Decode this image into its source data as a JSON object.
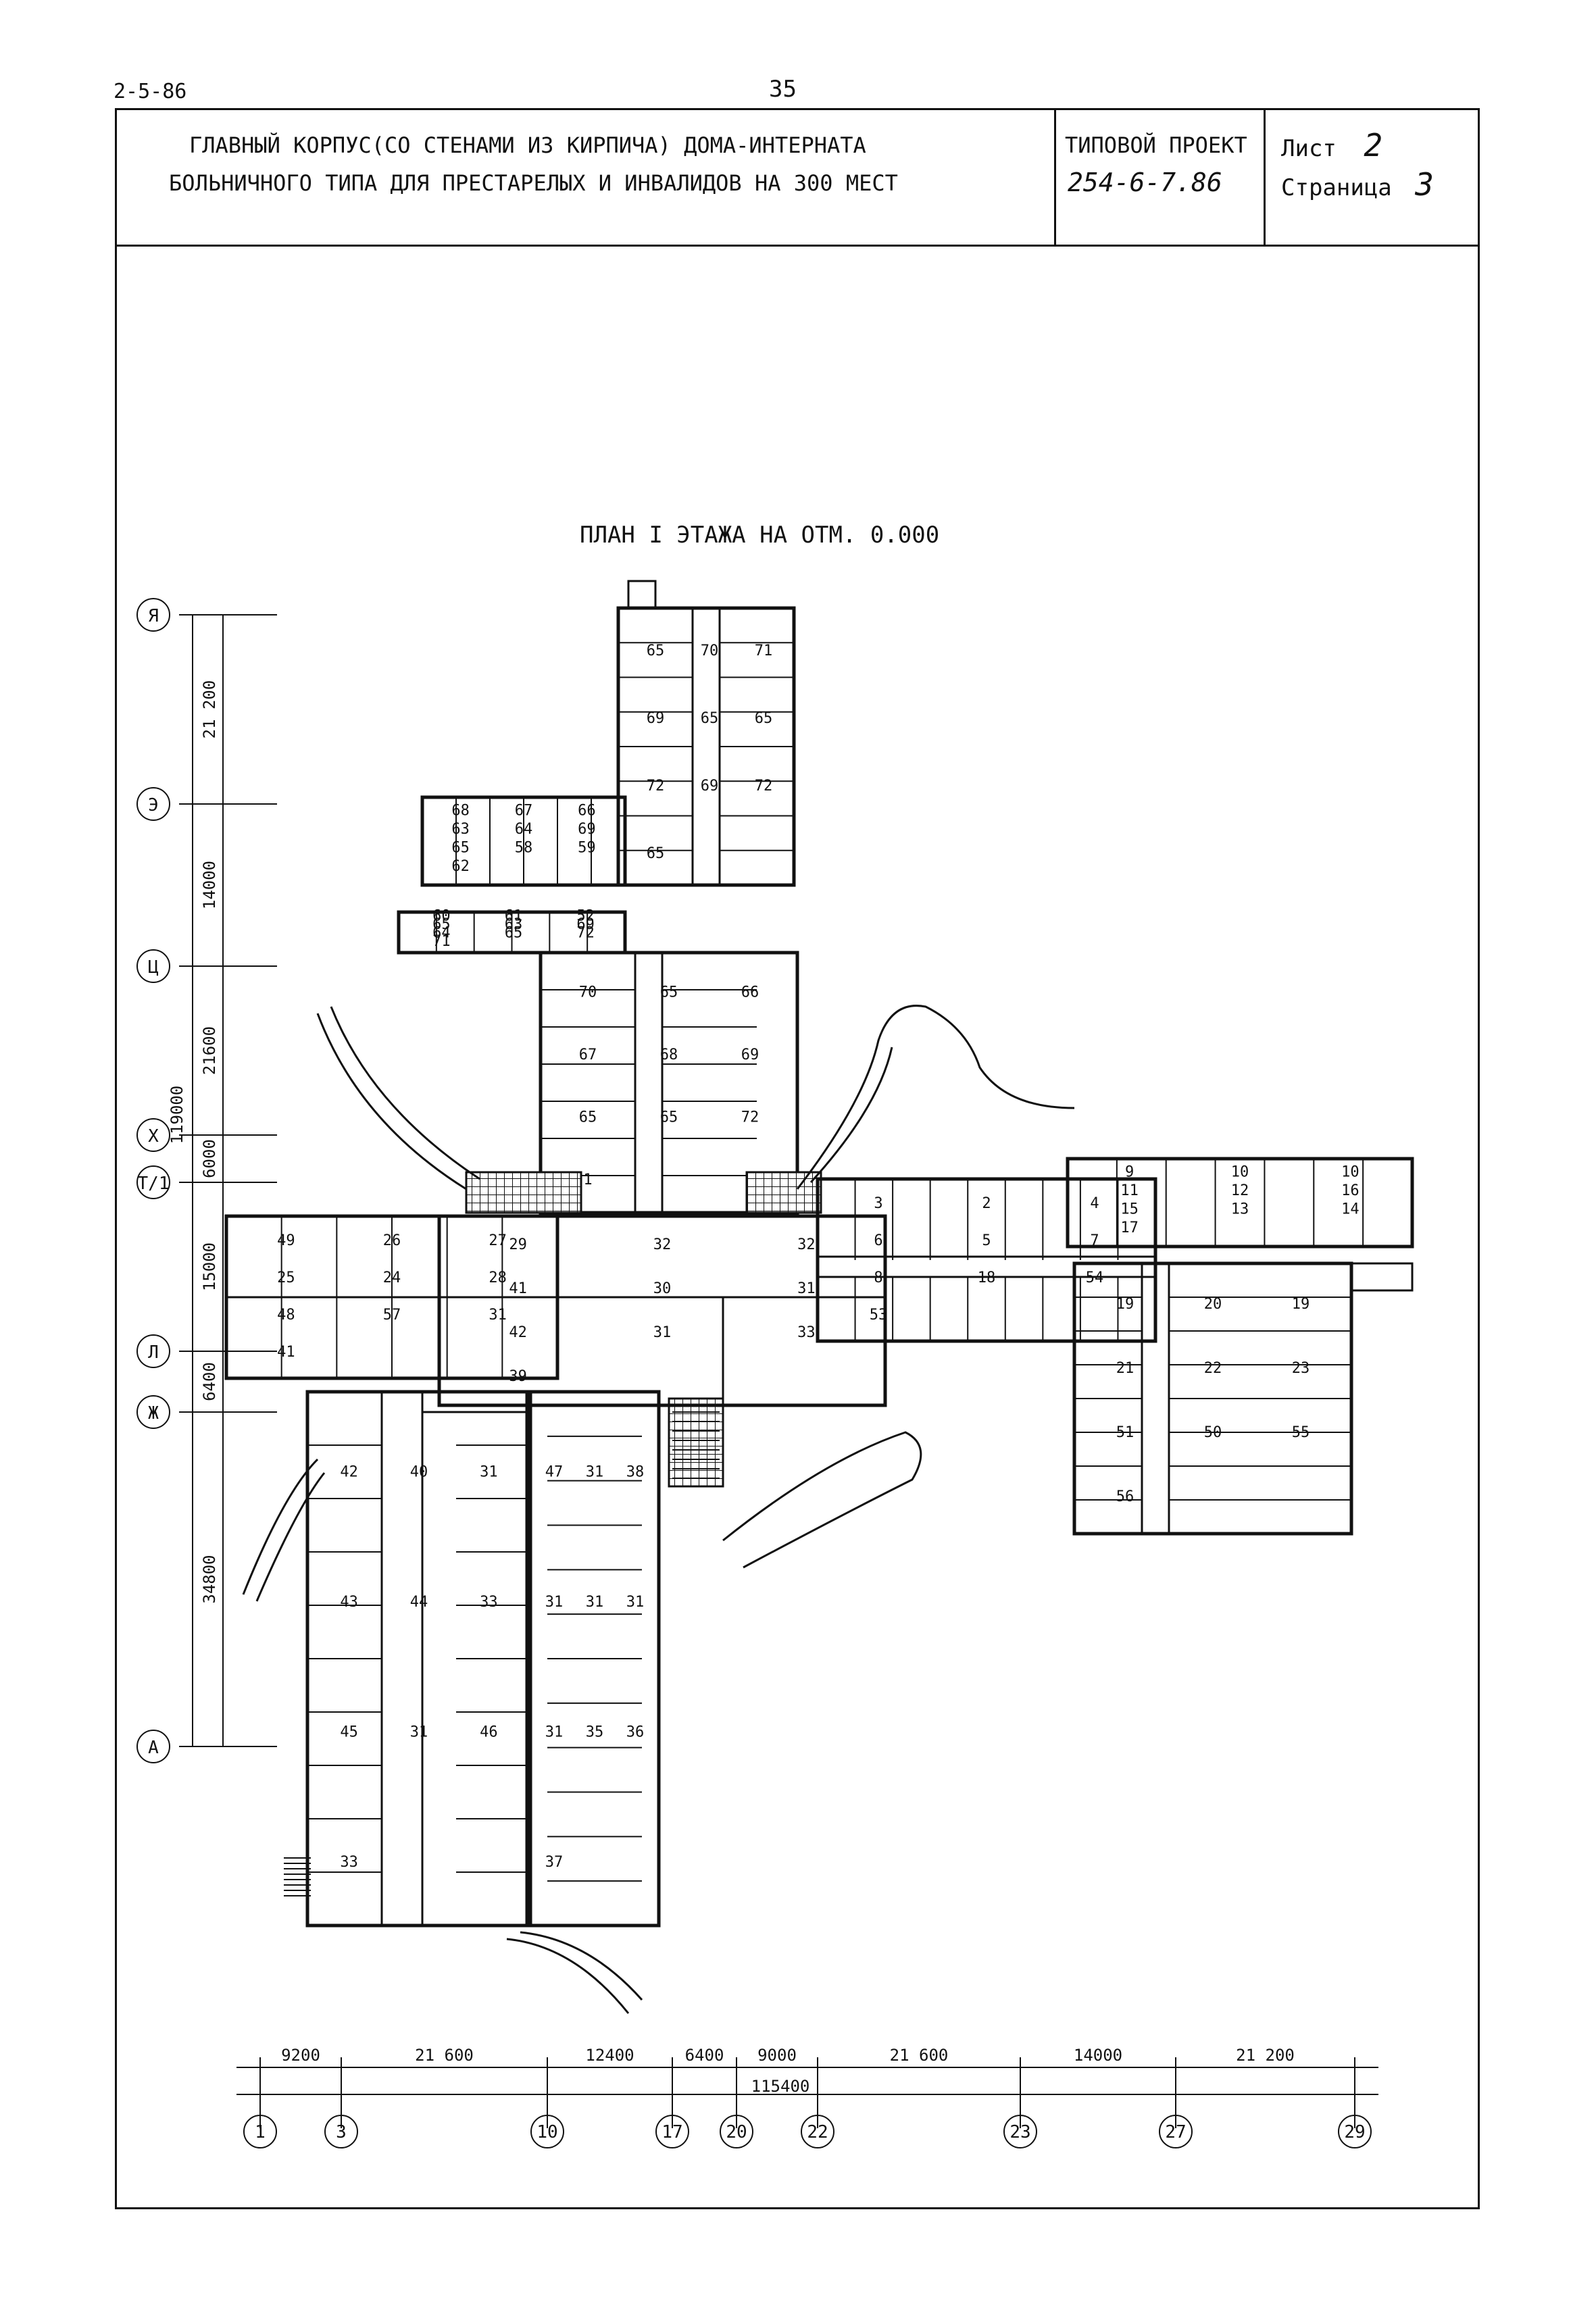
{
  "page": {
    "code": "2-5-86",
    "number": "35"
  },
  "title_block": {
    "title_line1": "ГЛАВНЫЙ КОРПУС(СО СТЕНАМИ ИЗ КИРПИЧА) ДОМА-ИНТЕРНАТА",
    "title_line2": "БОЛЬНИЧНОГО ТИПА ДЛЯ ПРЕСТАРЕЛЫХ И ИНВАЛИДОВ НА 300 МЕСТ",
    "project_label": "ТИПОВОЙ ПРОЕКТ",
    "project_number": "254-6-7.86",
    "sheet_label": "Лист",
    "sheet_value": "2",
    "page_label": "Страница",
    "page_value": "3"
  },
  "plan": {
    "caption": "ПЛАН I ЭТАЖА НА ОТМ. 0.000",
    "left_axes": [
      "Я",
      "Э",
      "Ц",
      "Х",
      "Т/1",
      "Л",
      "Ж",
      "А"
    ],
    "left_dims": [
      "21 200",
      "14000",
      "21600",
      "6000",
      "15000",
      "6400",
      "34800"
    ],
    "left_total": "119000",
    "bottom_axes": [
      "1",
      "3",
      "10",
      "17",
      "20",
      "22",
      "23",
      "27",
      "29"
    ],
    "bottom_dims": [
      "9200",
      "21 600",
      "12400",
      "6400",
      "9000",
      "21 600",
      "14000",
      "21 200"
    ],
    "bottom_total": "115400",
    "room_labels": [
      "65",
      "70",
      "71",
      "69",
      "65",
      "65",
      "72",
      "69",
      "72",
      "65",
      "68",
      "67",
      "66",
      "63",
      "64",
      "69",
      "65",
      "58",
      "59",
      "62",
      "60",
      "61",
      "52",
      "65",
      "63",
      "69",
      "64",
      "65",
      "72",
      "71",
      "70",
      "65",
      "66",
      "67",
      "68",
      "69",
      "65",
      "65",
      "72",
      "1",
      "3",
      "2",
      "4",
      "6",
      "5",
      "7",
      "8",
      "18",
      "54",
      "53",
      "9",
      "10",
      "10",
      "11",
      "12",
      "16",
      "15",
      "13",
      "14",
      "17",
      "19",
      "20",
      "19",
      "21",
      "22",
      "23",
      "51",
      "50",
      "55",
      "56",
      "49",
      "26",
      "27",
      "25",
      "24",
      "28",
      "48",
      "57",
      "31",
      "41",
      "29",
      "32",
      "32",
      "41",
      "30",
      "31",
      "42",
      "31",
      "33",
      "39",
      "42",
      "40",
      "31",
      "43",
      "44",
      "33",
      "45",
      "31",
      "46",
      "33",
      "47",
      "31",
      "38",
      "31",
      "31",
      "31",
      "31",
      "35",
      "36",
      "37"
    ]
  }
}
